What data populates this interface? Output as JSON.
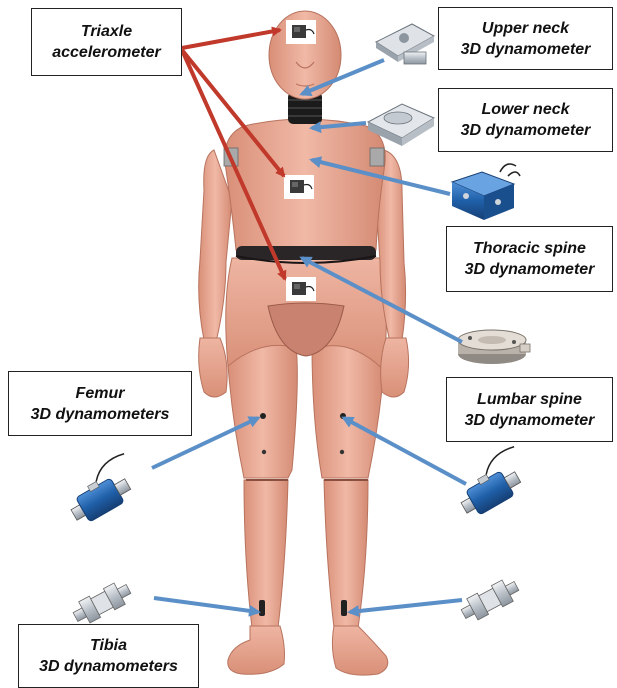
{
  "labels": {
    "triaxle": {
      "line1": "Triaxle",
      "line2": "accelerometer"
    },
    "upper_neck": {
      "line1": "Upper neck",
      "line2": "3D dynamometer"
    },
    "lower_neck": {
      "line1": "Lower neck",
      "line2": "3D dynamometer"
    },
    "thoracic": {
      "line1": "Thoracic spine",
      "line2": "3D dynamometer"
    },
    "lumbar": {
      "line1": "Lumbar spine",
      "line2": "3D dynamometer"
    },
    "femur": {
      "line1": "Femur",
      "line2": "3D dynamometers"
    },
    "tibia": {
      "line1": "Tibia",
      "line2": "3D dynamometers"
    }
  },
  "colors": {
    "accelerometer_arrow": "#c0392b",
    "dynamometer_arrow": "#5b8fc7",
    "dummy_skin": "#e5a48f",
    "sensor_blue": "#1f5fa8",
    "sensor_steel": "#c9ced4"
  },
  "icons": {
    "accelerometer": "triaxle-accelerometer-icon",
    "upper_neck": "upper-neck-load-cell-icon",
    "lower_neck": "lower-neck-load-cell-icon",
    "thoracic": "thoracic-spine-load-cell-icon",
    "lumbar": "lumbar-spine-load-cell-icon",
    "femur": "femur-load-cell-icon",
    "tibia": "tibia-load-cell-icon"
  }
}
